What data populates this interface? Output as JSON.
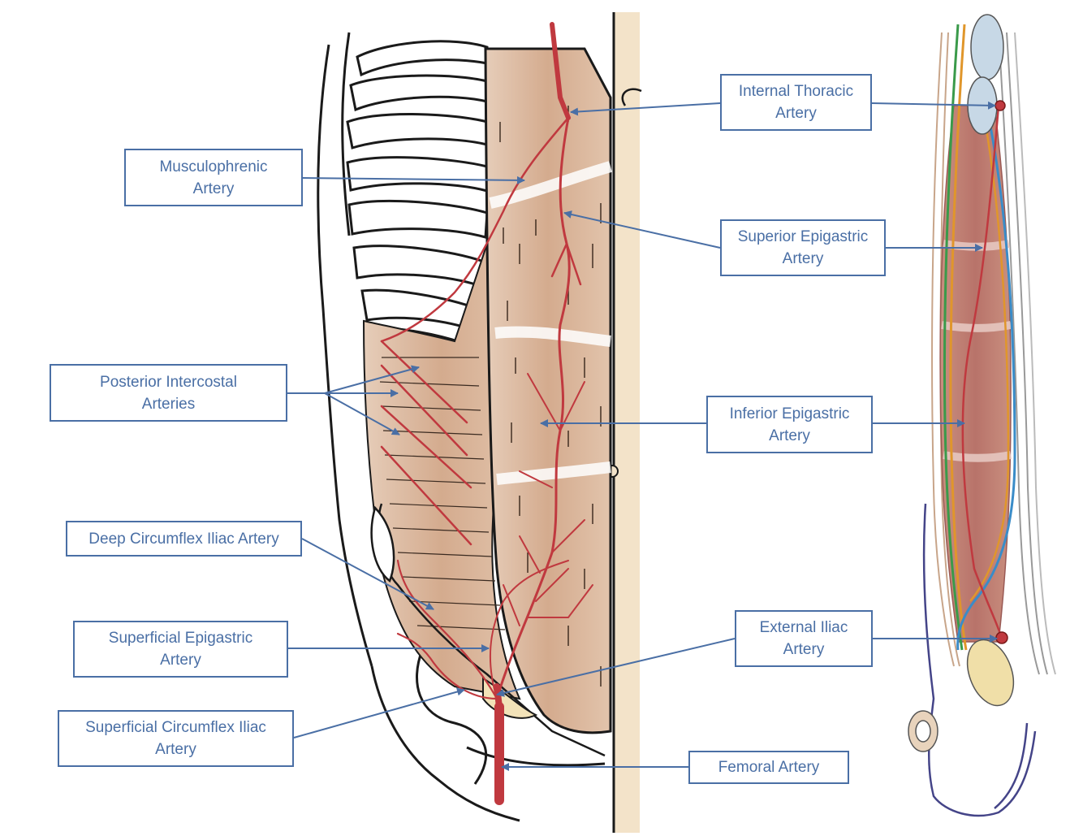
{
  "colors": {
    "label_border": "#4a6fa5",
    "label_text": "#4a6fa5",
    "artery": "#c0393f",
    "muscle": "#d8b59c",
    "skin_band": "#f3e3c9"
  },
  "labels": {
    "internal_thoracic": "Internal Thoracic\nArtery",
    "musculophrenic": "Musculophrenic\nArtery",
    "superior_epigastric": "Superior Epigastric\nArtery",
    "posterior_intercostal": "Posterior Intercostal\nArteries",
    "inferior_epigastric": "Inferior Epigastric\nArtery",
    "deep_circumflex_iliac": "Deep Circumflex Iliac Artery",
    "superficial_epigastric": "Superficial Epigastric\nArtery",
    "external_iliac": "External Iliac\nArtery",
    "superficial_circumflex_iliac": "Superficial Circumflex Iliac\nArtery",
    "femoral": "Femoral Artery"
  }
}
